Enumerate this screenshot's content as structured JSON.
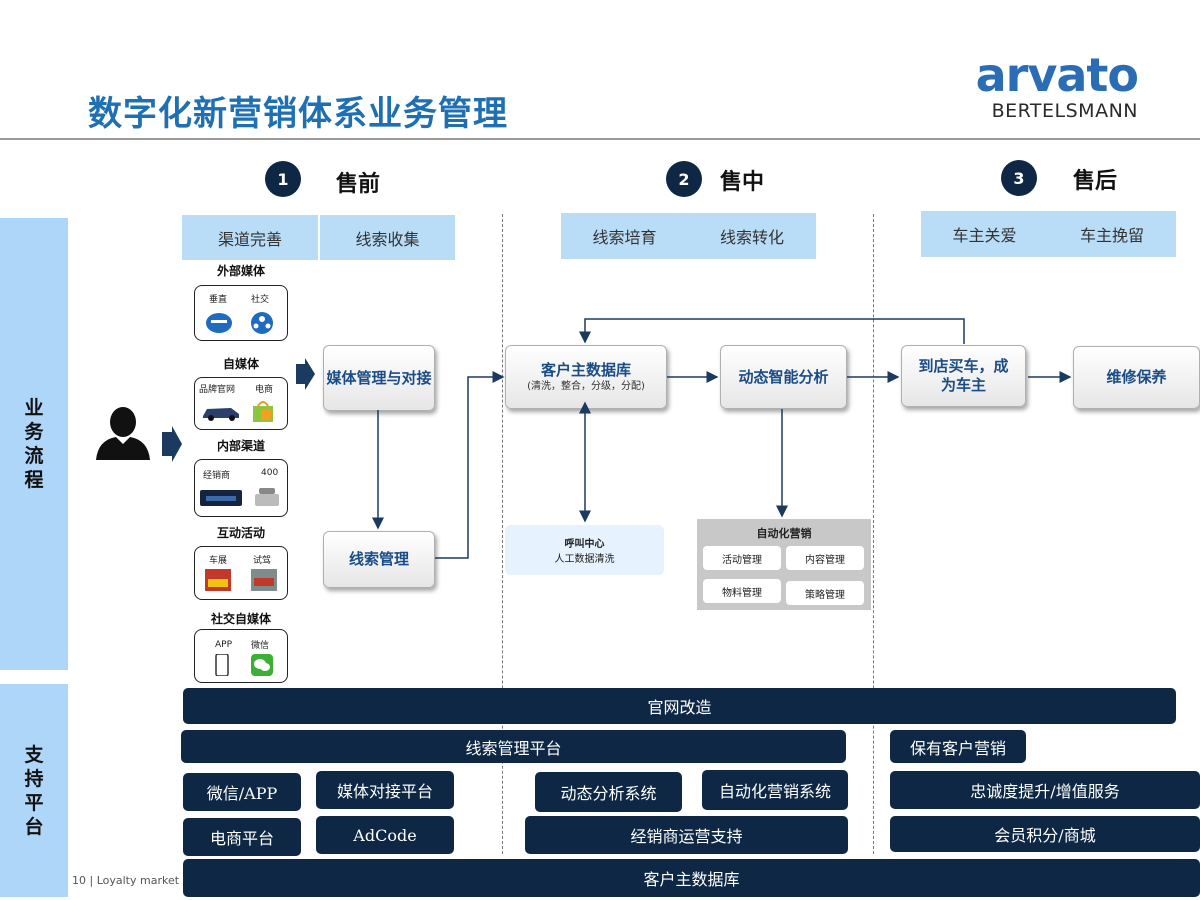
{
  "header": {
    "title": "数字化新营销体系业务管理",
    "logo_name": "arvato",
    "logo_sub": "BERTELSMANN"
  },
  "phases": [
    {
      "num": "1",
      "label": "售前"
    },
    {
      "num": "2",
      "label": "售中"
    },
    {
      "num": "3",
      "label": "售后"
    }
  ],
  "stages": [
    "渠道完善",
    "线索收集",
    "线索培育",
    "线索转化",
    "车主关爱",
    "车主挽留"
  ],
  "side_labels": {
    "business": "业\n务\n流\n程",
    "support": "支\n持\n平\n台"
  },
  "channels": [
    {
      "title": "外部媒体",
      "items": [
        "垂直",
        "社交"
      ]
    },
    {
      "title": "自媒体",
      "items": [
        "品牌官网",
        "电商"
      ]
    },
    {
      "title": "内部渠道",
      "items": [
        "经销商",
        "400"
      ]
    },
    {
      "title": "互动活动",
      "items": [
        "车展",
        "试驾"
      ]
    },
    {
      "title": "社交自媒体",
      "items": [
        "APP",
        "微信"
      ]
    }
  ],
  "flow": {
    "media": "媒体管理与对接",
    "lead": "线索管理",
    "cdp": "客户主数据库",
    "cdp_sub": "(清洗，整合，分级，分配)",
    "analysis": "动态智能分析",
    "store": "到店买车，成为车主",
    "maintain": "维修保养",
    "call_title": "呼叫中心",
    "call_sub": "人工数据清洗",
    "auto_title": "自动化营销",
    "auto_items": [
      "活动管理",
      "内容管理",
      "物料管理",
      "策略管理"
    ]
  },
  "platforms": {
    "website": "官网改造",
    "lead_platform": "线索管理平台",
    "retention": "保有客户营销",
    "wechat": "微信/APP",
    "media_platform": "媒体对接平台",
    "analysis_sys": "动态分析系统",
    "auto_sys": "自动化营销系统",
    "loyalty": "忠诚度提升/增值服务",
    "ecommerce": "电商平台",
    "adcode": "AdCode",
    "dealer": "经销商运营支持",
    "points": "会员积分/商城",
    "cdp": "客户主数据库"
  },
  "footer": "10 | Loyalty market",
  "colors": {
    "title": "#1f6fb3",
    "navy": "#0d2744",
    "light_blue": "#b9dcf7",
    "node_text": "#1a4c86"
  }
}
